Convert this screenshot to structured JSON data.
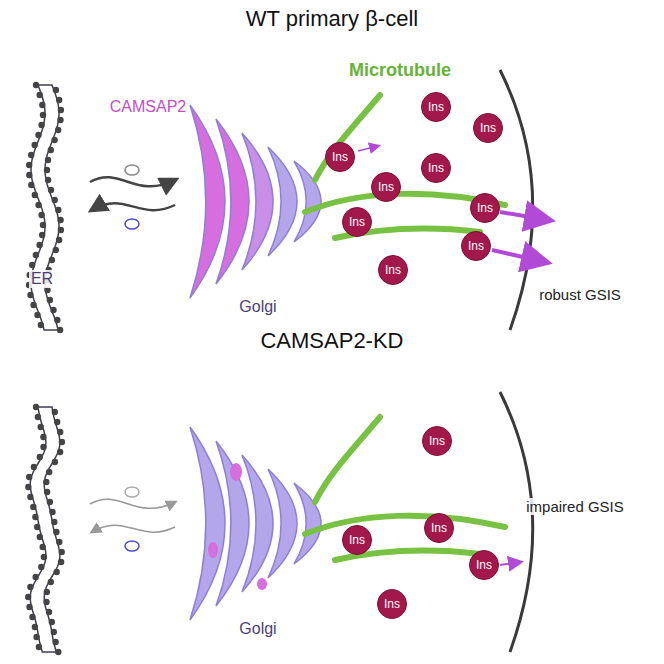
{
  "diagram": {
    "title": "WT primary β-cell",
    "nodes": [
      {
        "text": [
          "Ins"
        ]
      },
      {
        "text": [
          "Ins"
        ]
      },
      {
        "text": [
          "Ins"
        ]
      },
      {
        "text": [
          "Ins"
        ]
      },
      {
        "text": [
          "Ins"
        ]
      },
      {
        "text": [
          "Ins"
        ]
      },
      {
        "text": [
          "Ins"
        ]
      },
      {
        "text": [
          "Ins"
        ]
      },
      {
        "text": [
          "Ins"
        ]
      },
      {
        "text": [
          "Ins"
        ]
      },
      {
        "text": [
          "Ins"
        ]
      },
      {
        "text": [
          "Ins"
        ]
      },
      {
        "text": [
          "Ins"
        ]
      },
      {
        "text": [
          "Ins"
        ]
      }
    ],
    "labels": [
      "Microtubule",
      "CAMSAP2",
      "ER",
      "Golgi",
      "robust GSIS",
      "CAMSAP2-KD",
      "impaired GSIS",
      "Golgi"
    ]
  }
}
